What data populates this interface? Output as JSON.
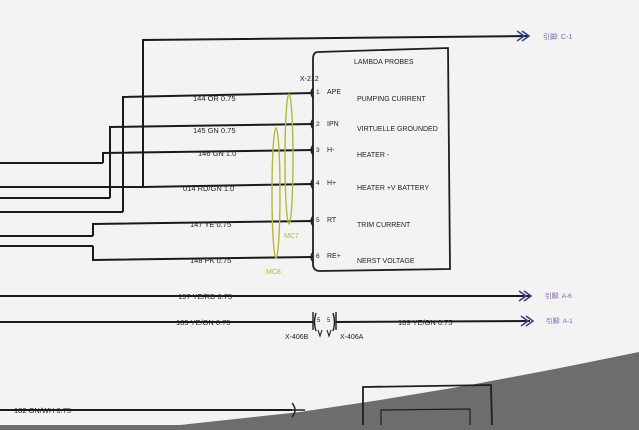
{
  "colors": {
    "paper": "#f4f3f4",
    "ink": "#1f1f1f",
    "wire": "#1a1a1a",
    "arrow": "#3a3f8f",
    "ref_text": "#7a5fa8",
    "mc_mark": "#b5b838",
    "shadow": "#6d6d6d"
  },
  "diagram": {
    "top_ref": "引脚: C-1",
    "module": {
      "connector_label": "X-212",
      "title": "LAMBDA PROBES",
      "pins": [
        {
          "num": "1",
          "code": "APE",
          "function": "PUMPING CURRENT"
        },
        {
          "num": "2",
          "code": "IPN",
          "function": "VIRTUELLE GROUNDED"
        },
        {
          "num": "3",
          "code": "H-",
          "function": "HEATER -"
        },
        {
          "num": "4",
          "code": "H+",
          "function": "HEATER +V BATTERY"
        },
        {
          "num": "5",
          "code": "RT",
          "function": "TRIM CURRENT"
        },
        {
          "num": "6",
          "code": "RE+",
          "function": "NERST VOLTAGE"
        }
      ]
    },
    "wires": [
      {
        "label": "144 OR 0.75"
      },
      {
        "label": "145 GN 0.75"
      },
      {
        "label": "146 GN 1.0"
      },
      {
        "label": "014 RD/GN 1.0"
      },
      {
        "label": "147 YE 0.75"
      },
      {
        "label": "148 PK 0.75"
      }
    ],
    "markers": {
      "mc7": "MC7",
      "mc8": "MC8"
    },
    "lower": {
      "wire_197": "197 YE/RD 0.75",
      "ref_197": "引脚: A-6",
      "wire_185": "185 YE/GN 0.75",
      "wire_189": "189 YE/GN 0.75",
      "ref_189": "引脚: A-1",
      "conn_b": "X-406B",
      "conn_a": "X-406A",
      "pin_b": "5",
      "pin_a": "5",
      "wire_182": "182 GN/WH 0.75"
    }
  }
}
